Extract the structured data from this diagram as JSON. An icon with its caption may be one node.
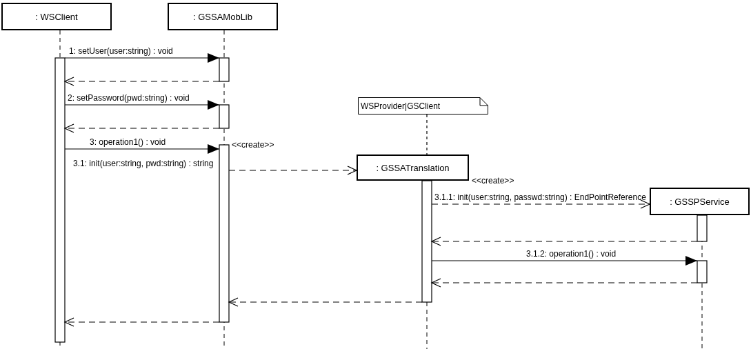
{
  "diagram": {
    "nodes": [
      {
        "text": [
          ": WSClient"
        ]
      },
      {
        "text": [
          ": GSSAMobLib"
        ]
      },
      {
        "text": [
          "WSProvider|GSClient"
        ]
      },
      {
        "text": [
          ": GSSATranslation"
        ]
      },
      {
        "text": [
          ": GSSPService"
        ]
      }
    ],
    "edges": [
      {
        "from": 0,
        "to": 1,
        "arrow": "to",
        "label": "1: setUser(user:string) : void"
      },
      {
        "from": 1,
        "to": 0,
        "arrow": "to",
        "style": "dashed"
      },
      {
        "from": 0,
        "to": 1,
        "arrow": "to",
        "label": "2: setPassword(pwd:string) : void"
      },
      {
        "from": 1,
        "to": 0,
        "arrow": "to",
        "style": "dashed"
      },
      {
        "from": 0,
        "to": 1,
        "arrow": "to",
        "label": "3: operation1() : void"
      },
      {
        "from": 1,
        "to": 3,
        "arrow": "to",
        "style": "dashed",
        "label": "3.1: init(user:string, pwd:string) : string"
      },
      {
        "from": 3,
        "to": 4,
        "arrow": "to",
        "style": "dashed",
        "label": "3.1.1: init(user:string, passwd:string) : EndPointReference"
      },
      {
        "from": 4,
        "to": 3,
        "arrow": "to",
        "style": "dashed"
      },
      {
        "from": 3,
        "to": 4,
        "arrow": "to",
        "label": "3.1.2: operation1() : void"
      },
      {
        "from": 4,
        "to": 3,
        "arrow": "to",
        "style": "dashed"
      },
      {
        "from": 3,
        "to": 1,
        "arrow": "to",
        "style": "dashed"
      },
      {
        "from": 1,
        "to": 0,
        "arrow": "to",
        "style": "dashed"
      },
      {
        "from": 2,
        "to": 3,
        "arrow": "none",
        "style": "dashed"
      }
    ],
    "labels": [
      "<<create>>",
      "<<create>>"
    ]
  }
}
